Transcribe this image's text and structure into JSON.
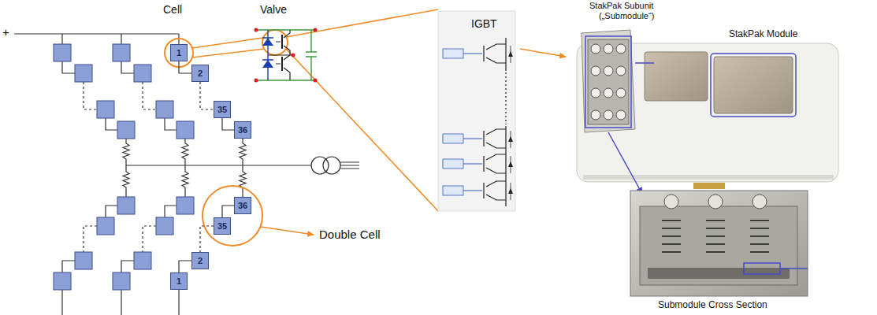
{
  "diagram": {
    "nodes": [
      {
        "text": [
          "1"
        ]
      },
      {
        "text": [
          "2"
        ]
      },
      {
        "text": [
          "35"
        ]
      },
      {
        "text": [
          "36"
        ]
      },
      {
        "text": [
          "36"
        ]
      },
      {
        "text": [
          "35"
        ]
      },
      {
        "text": [
          "2"
        ]
      },
      {
        "text": [
          "1"
        ]
      }
    ],
    "edges": [
      {
        "from": 0,
        "to": 1,
        "arrow": "none"
      },
      {
        "from": 1,
        "to": 2,
        "arrow": "none"
      },
      {
        "from": 2,
        "to": 3,
        "arrow": "none"
      },
      {
        "from": 4,
        "to": 5,
        "arrow": "none"
      },
      {
        "from": 5,
        "to": 6,
        "arrow": "none"
      },
      {
        "from": 6,
        "to": 7,
        "arrow": "none"
      }
    ],
    "labels": [
      "+",
      "Cell",
      "Valve",
      "IGBT",
      "StakPak Subunit",
      "(„Submodule“)",
      "StakPak Module",
      "Submodule Cross Section",
      "Double Cell"
    ]
  }
}
